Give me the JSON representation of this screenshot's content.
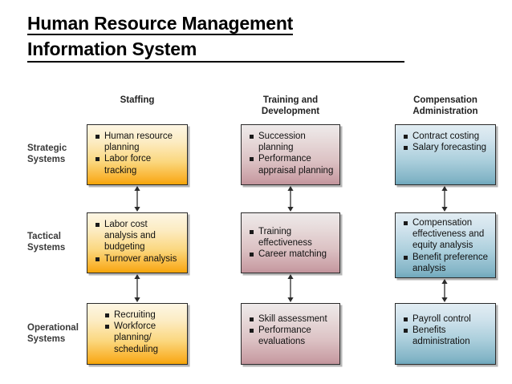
{
  "title": {
    "line1": "Human Resource Management",
    "line2": "Information System"
  },
  "diagram": {
    "columns": [
      {
        "id": "staffing",
        "header": "Staffing",
        "accent": "#f9ad22"
      },
      {
        "id": "training",
        "header": "Training and Development",
        "accent": "#c2949c"
      },
      {
        "id": "compensation",
        "header": "Compensation Administration",
        "accent": "#82b4c6"
      }
    ],
    "column_headers": {
      "staffing": [
        "Staffing"
      ],
      "training": [
        "Training and",
        "Development"
      ],
      "compensation": [
        "Compensation",
        "Administration"
      ]
    },
    "rows": [
      {
        "id": "strategic",
        "label_line1": "Strategic",
        "label_line2": "Systems"
      },
      {
        "id": "tactical",
        "label_line1": "Tactical",
        "label_line2": "Systems"
      },
      {
        "id": "operational",
        "label_line1": "Operational",
        "label_line2": "Systems"
      }
    ],
    "cells": {
      "strategic_staffing": [
        "Human resource planning",
        "Labor force tracking"
      ],
      "strategic_training": [
        "Succession planning",
        "Performance appraisal planning"
      ],
      "strategic_compensation": [
        "Contract costing",
        "Salary forecasting"
      ],
      "tactical_staffing": [
        "Labor cost analysis and budgeting",
        "Turnover analysis"
      ],
      "tactical_training": [
        "Training effectiveness",
        "Career matching"
      ],
      "tactical_compensation": [
        "Compensation effectiveness and equity analysis",
        "Benefit preference analysis"
      ],
      "operational_staffing": [
        "Recruiting",
        "Workforce planning/ scheduling"
      ],
      "operational_training": [
        "Skill assessment",
        "Performance evaluations"
      ],
      "operational_compensation": [
        "Payroll control",
        "Benefits administration"
      ]
    },
    "connector_icon": "double-headed-vertical-arrow"
  }
}
